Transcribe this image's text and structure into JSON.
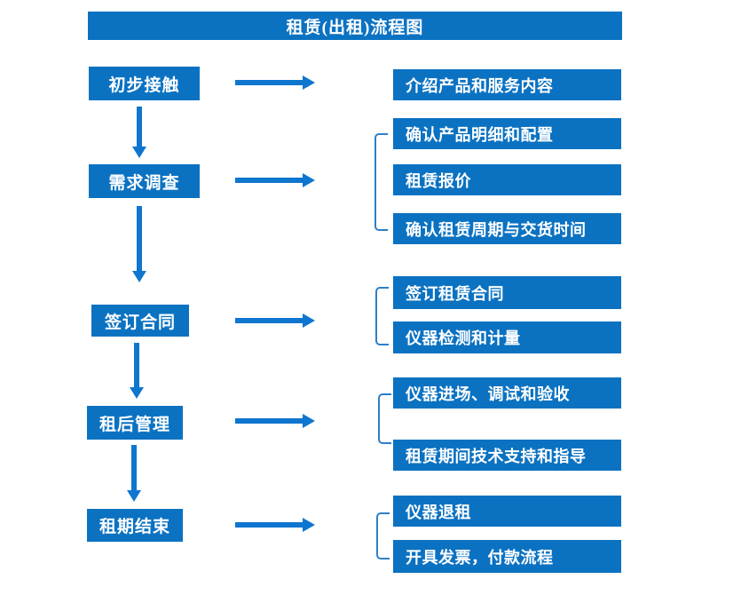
{
  "title": "租赁(出租)流程图",
  "colors": {
    "box_blue": "#0b72c2",
    "arrow_blue": "#0f76cf",
    "bracket_blue": "#2e7fc6",
    "text_white": "#ffffff"
  },
  "steps": [
    {
      "label": "初步接触",
      "outputs": [
        "介绍产品和服务内容"
      ]
    },
    {
      "label": "需求调查",
      "outputs": [
        "确认产品明细和配置",
        "租赁报价",
        "确认租赁周期与交货时间"
      ]
    },
    {
      "label": "签订合同",
      "outputs": [
        "签订租赁合同",
        "仪器检测和计量"
      ]
    },
    {
      "label": "租后管理",
      "outputs": [
        "仪器进场、调试和验收",
        "租赁期间技术支持和指导"
      ]
    },
    {
      "label": "租期结束",
      "outputs": [
        "仪器退租",
        "开具发票，付款流程"
      ]
    }
  ]
}
